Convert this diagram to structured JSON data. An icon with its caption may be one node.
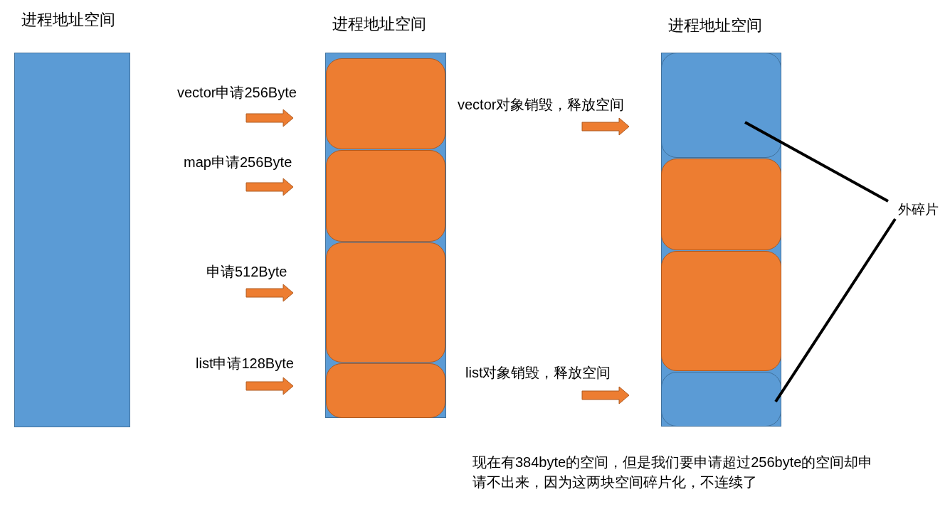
{
  "diagram": {
    "nodes": [
      {
        "text": [
          "进程地址空间"
        ]
      },
      {
        "text": [
          "进程地址空间"
        ]
      },
      {
        "text": [],
        "shape": "box",
        "in": 1
      },
      {
        "text": [],
        "shape": "box",
        "in": 1
      },
      {
        "text": [],
        "shape": "box",
        "in": 1
      },
      {
        "text": [],
        "shape": "box",
        "in": 1
      },
      {
        "text": [
          "进程地址空间"
        ]
      },
      {
        "text": [],
        "shape": "box",
        "in": 6
      },
      {
        "text": [],
        "shape": "box",
        "in": 6
      },
      {
        "text": [],
        "shape": "box",
        "in": 6
      },
      {
        "text": [],
        "shape": "box",
        "in": 6
      },
      {
        "text": [
          "外碎片"
        ]
      }
    ],
    "edges": [
      {
        "from": 11,
        "to": 7,
        "arrow": "none"
      },
      {
        "from": 11,
        "to": 10,
        "arrow": "none"
      }
    ],
    "labels": [
      "vector申请256Byte",
      "vector对象销毁，释放空间",
      "map申请256Byte",
      "申请512Byte",
      "list申请128Byte",
      "list对象销毁，释放空间",
      "现在有384byte的空间，但是我们要申请超过256byte的空间却申请不出来，因为这两块空间碎片化，不连续了"
    ]
  }
}
